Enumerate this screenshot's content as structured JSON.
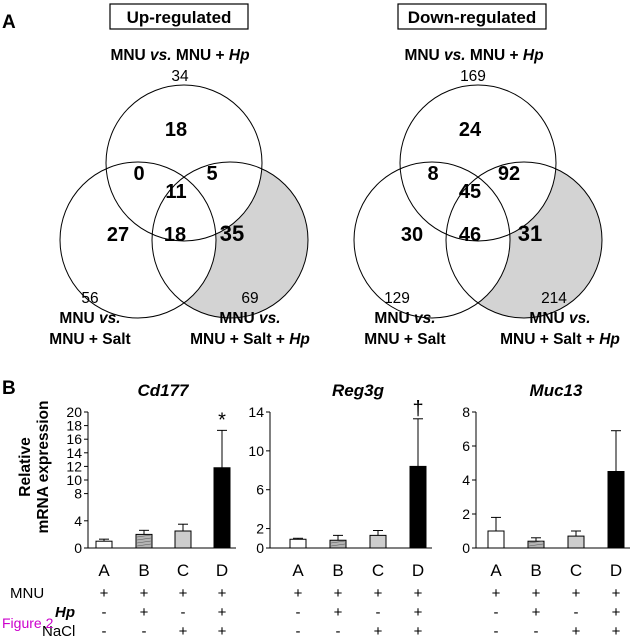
{
  "panel_a": {
    "label": "A",
    "diagrams": [
      {
        "heading": "Up-regulated",
        "top_title": [
          "MNU ",
          "vs.",
          " MNU + ",
          "Hp"
        ],
        "top_total": "34",
        "left_total": "56",
        "left_label": [
          "MNU vs.",
          "MNU + Salt"
        ],
        "right_total": "69",
        "right_label": [
          "MNU vs.",
          "MNU + Salt + Hp"
        ],
        "regions": {
          "top_only": "18",
          "top_left": "0",
          "top_right": "5",
          "center": "11",
          "left_only": "27",
          "left_right": "18",
          "right_only": "35"
        }
      },
      {
        "heading": "Down-regulated",
        "top_title": [
          "MNU ",
          "vs.",
          " MNU + ",
          "Hp"
        ],
        "top_total": "169",
        "left_total": "129",
        "left_label": [
          "MNU vs.",
          "MNU + Salt"
        ],
        "right_total": "214",
        "right_label": [
          "MNU vs.",
          "MNU + Salt + Hp"
        ],
        "regions": {
          "top_only": "24",
          "top_left": "8",
          "top_right": "92",
          "center": "45",
          "left_only": "30",
          "left_right": "46",
          "right_only": "31"
        }
      }
    ]
  },
  "panel_b": {
    "label": "B",
    "ylabel": [
      "Relative",
      "mRNA expression"
    ],
    "treatment_rows": [
      {
        "name": "MNU",
        "marks": [
          "+",
          "+",
          "+",
          "+"
        ]
      },
      {
        "name": "Hp",
        "marks": [
          "-",
          "+",
          "-",
          "+"
        ]
      },
      {
        "name": "NaCl",
        "marks": [
          "-",
          "-",
          "+",
          "+"
        ]
      }
    ],
    "footer": "Figure 2"
  },
  "chart_data": [
    {
      "type": "bar",
      "title": "Cd177",
      "categories": [
        "A",
        "B",
        "C",
        "D"
      ],
      "values": [
        1.0,
        2.0,
        2.5,
        11.8
      ],
      "errors": [
        0.3,
        0.6,
        1.0,
        5.5
      ],
      "yticks": [
        0,
        4,
        8,
        10,
        12,
        14,
        16,
        18,
        20
      ],
      "ylim": [
        0,
        20
      ],
      "annotation": {
        "index": 3,
        "text": "*"
      }
    },
    {
      "type": "bar",
      "title": "Reg3g",
      "categories": [
        "A",
        "B",
        "C",
        "D"
      ],
      "values": [
        0.9,
        0.8,
        1.3,
        8.4
      ],
      "errors": [
        0.1,
        0.5,
        0.5,
        4.9
      ],
      "yticks": [
        0,
        2,
        6,
        10,
        14
      ],
      "ylim": [
        0,
        14
      ],
      "annotation": {
        "index": 3,
        "text": "†"
      }
    },
    {
      "type": "bar",
      "title": "Muc13",
      "categories": [
        "A",
        "B",
        "C",
        "D"
      ],
      "values": [
        1.0,
        0.4,
        0.7,
        4.5
      ],
      "errors": [
        0.8,
        0.2,
        0.3,
        2.4
      ],
      "yticks": [
        0,
        2,
        4,
        6,
        8
      ],
      "ylim": [
        0,
        8
      ],
      "annotation": null
    }
  ],
  "colors": {
    "bar_fills": [
      "#ffffff",
      "#b4b4b4",
      "#cdcdcd",
      "#000000"
    ],
    "venn_shade": "#d3d3d3"
  }
}
